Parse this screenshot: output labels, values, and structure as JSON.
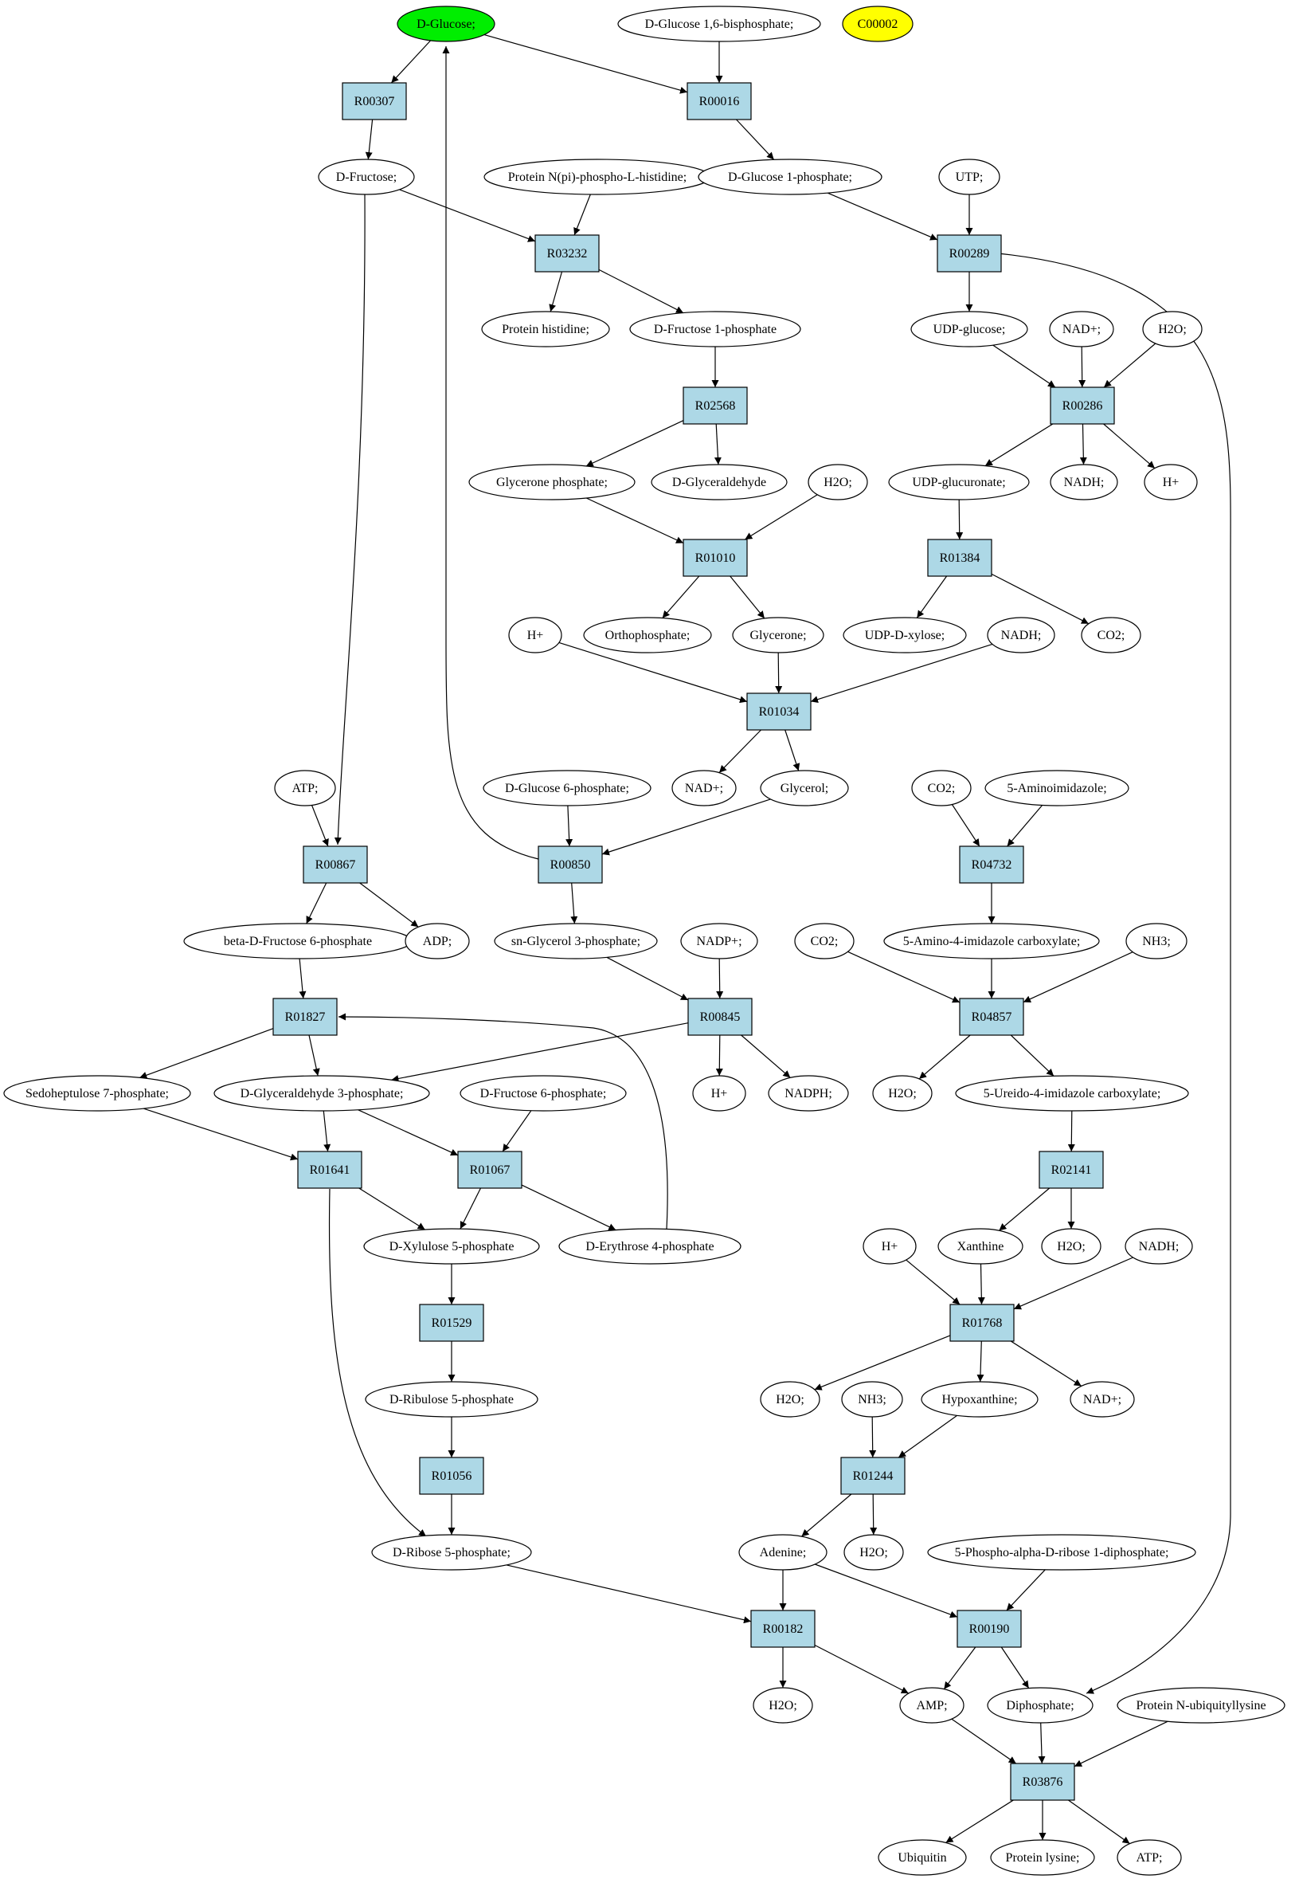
{
  "colors": {
    "reaction_fill": "#add8e6",
    "compound_fill": "#ffffff",
    "highlight_green": "#00ee00",
    "highlight_yellow": "#ffff00",
    "stroke": "#000000"
  },
  "nodes": [
    {
      "id": "n_dglucose",
      "label": "D-Glucose;",
      "kind": "compound",
      "fill": "#00ee00"
    },
    {
      "id": "n_dg16bp",
      "label": "D-Glucose 1,6-bisphosphate;",
      "kind": "compound"
    },
    {
      "id": "n_c00002",
      "label": "C00002",
      "kind": "compound",
      "fill": "#ffff00"
    },
    {
      "id": "r_R00307",
      "label": "R00307",
      "kind": "reaction"
    },
    {
      "id": "r_R00016",
      "label": "R00016",
      "kind": "reaction"
    },
    {
      "id": "n_dfructose",
      "label": "D-Fructose;",
      "kind": "compound"
    },
    {
      "id": "n_protnpi",
      "label": "Protein N(pi)-phospho-L-histidine;",
      "kind": "compound"
    },
    {
      "id": "n_dg1p",
      "label": "D-Glucose 1-phosphate;",
      "kind": "compound"
    },
    {
      "id": "n_utp",
      "label": "UTP;",
      "kind": "compound"
    },
    {
      "id": "r_R03232",
      "label": "R03232",
      "kind": "reaction"
    },
    {
      "id": "r_R00289",
      "label": "R00289",
      "kind": "reaction"
    },
    {
      "id": "n_prothis",
      "label": "Protein histidine;",
      "kind": "compound"
    },
    {
      "id": "n_df1p",
      "label": "D-Fructose 1-phosphate",
      "kind": "compound"
    },
    {
      "id": "n_udpglucose",
      "label": "UDP-glucose;",
      "kind": "compound"
    },
    {
      "id": "n_nadp_1",
      "label": "NAD+;",
      "kind": "compound"
    },
    {
      "id": "n_h2o_1",
      "label": "H2O;",
      "kind": "compound"
    },
    {
      "id": "r_R02568",
      "label": "R02568",
      "kind": "reaction"
    },
    {
      "id": "r_R00286",
      "label": "R00286",
      "kind": "reaction"
    },
    {
      "id": "n_glyceronep",
      "label": "Glycerone phosphate;",
      "kind": "compound"
    },
    {
      "id": "n_dglyceraldehyde",
      "label": "D-Glyceraldehyde",
      "kind": "compound"
    },
    {
      "id": "n_h2o_2",
      "label": "H2O;",
      "kind": "compound"
    },
    {
      "id": "n_udpglucuronate",
      "label": "UDP-glucuronate;",
      "kind": "compound"
    },
    {
      "id": "n_nadh_1",
      "label": "NADH;",
      "kind": "compound"
    },
    {
      "id": "n_hplus_1",
      "label": "H+",
      "kind": "compound"
    },
    {
      "id": "r_R01010",
      "label": "R01010",
      "kind": "reaction"
    },
    {
      "id": "r_R01384",
      "label": "R01384",
      "kind": "reaction"
    },
    {
      "id": "n_hplus_2",
      "label": "H+",
      "kind": "compound"
    },
    {
      "id": "n_ortho",
      "label": "Orthophosphate;",
      "kind": "compound"
    },
    {
      "id": "n_glycerone",
      "label": "Glycerone;",
      "kind": "compound"
    },
    {
      "id": "n_udpxylose",
      "label": "UDP-D-xylose;",
      "kind": "compound"
    },
    {
      "id": "n_nadh_2",
      "label": "NADH;",
      "kind": "compound"
    },
    {
      "id": "n_co2_1",
      "label": "CO2;",
      "kind": "compound"
    },
    {
      "id": "r_R01034",
      "label": "R01034",
      "kind": "reaction"
    },
    {
      "id": "n_nadp_2",
      "label": "NAD+;",
      "kind": "compound"
    },
    {
      "id": "n_glycerol",
      "label": "Glycerol;",
      "kind": "compound"
    },
    {
      "id": "n_atp_1",
      "label": "ATP;",
      "kind": "compound"
    },
    {
      "id": "n_dg6p",
      "label": "D-Glucose 6-phosphate;",
      "kind": "compound"
    },
    {
      "id": "n_co2_2",
      "label": "CO2;",
      "kind": "compound"
    },
    {
      "id": "n_5aminoimid",
      "label": "5-Aminoimidazole;",
      "kind": "compound"
    },
    {
      "id": "r_R00867",
      "label": "R00867",
      "kind": "reaction"
    },
    {
      "id": "r_R00850",
      "label": "R00850",
      "kind": "reaction"
    },
    {
      "id": "r_R04732",
      "label": "R04732",
      "kind": "reaction"
    },
    {
      "id": "n_bdf6p",
      "label": "beta-D-Fructose 6-phosphate",
      "kind": "compound"
    },
    {
      "id": "n_adp",
      "label": "ADP;",
      "kind": "compound"
    },
    {
      "id": "n_snglycerol3p",
      "label": "sn-Glycerol 3-phosphate;",
      "kind": "compound"
    },
    {
      "id": "n_nadpplus",
      "label": "NADP+;",
      "kind": "compound"
    },
    {
      "id": "n_co2_3",
      "label": "CO2;",
      "kind": "compound"
    },
    {
      "id": "n_5a4icarb",
      "label": "5-Amino-4-imidazole carboxylate;",
      "kind": "compound"
    },
    {
      "id": "n_nh3_1",
      "label": "NH3;",
      "kind": "compound"
    },
    {
      "id": "r_R01827",
      "label": "R01827",
      "kind": "reaction"
    },
    {
      "id": "r_R00845",
      "label": "R00845",
      "kind": "reaction"
    },
    {
      "id": "r_R04857",
      "label": "R04857",
      "kind": "reaction"
    },
    {
      "id": "n_sedo7p",
      "label": "Sedoheptulose 7-phosphate;",
      "kind": "compound"
    },
    {
      "id": "n_dga3p",
      "label": "D-Glyceraldehyde 3-phosphate;",
      "kind": "compound"
    },
    {
      "id": "n_df6p",
      "label": "D-Fructose 6-phosphate;",
      "kind": "compound"
    },
    {
      "id": "n_hplus_3",
      "label": "H+",
      "kind": "compound"
    },
    {
      "id": "n_nadph",
      "label": "NADPH;",
      "kind": "compound"
    },
    {
      "id": "n_h2o_3",
      "label": "H2O;",
      "kind": "compound"
    },
    {
      "id": "n_5u4icarb",
      "label": "5-Ureido-4-imidazole carboxylate;",
      "kind": "compound"
    },
    {
      "id": "r_R01641",
      "label": "R01641",
      "kind": "reaction"
    },
    {
      "id": "r_R01067",
      "label": "R01067",
      "kind": "reaction"
    },
    {
      "id": "r_R02141",
      "label": "R02141",
      "kind": "reaction"
    },
    {
      "id": "n_dxylulose5p",
      "label": "D-Xylulose 5-phosphate",
      "kind": "compound"
    },
    {
      "id": "n_derythrose4p",
      "label": "D-Erythrose 4-phosphate",
      "kind": "compound"
    },
    {
      "id": "n_hplus_4",
      "label": "H+",
      "kind": "compound"
    },
    {
      "id": "n_xanthine",
      "label": "Xanthine",
      "kind": "compound"
    },
    {
      "id": "n_h2o_4",
      "label": "H2O;",
      "kind": "compound"
    },
    {
      "id": "n_nadh_3",
      "label": "NADH;",
      "kind": "compound"
    },
    {
      "id": "r_R01529",
      "label": "R01529",
      "kind": "reaction"
    },
    {
      "id": "r_R01768",
      "label": "R01768",
      "kind": "reaction"
    },
    {
      "id": "n_dribulose5p",
      "label": "D-Ribulose 5-phosphate",
      "kind": "compound"
    },
    {
      "id": "n_h2o_5",
      "label": "H2O;",
      "kind": "compound"
    },
    {
      "id": "n_nh3_2",
      "label": "NH3;",
      "kind": "compound"
    },
    {
      "id": "n_hypoxanthine",
      "label": "Hypoxanthine;",
      "kind": "compound"
    },
    {
      "id": "n_nadp_3",
      "label": "NAD+;",
      "kind": "compound"
    },
    {
      "id": "r_R01056",
      "label": "R01056",
      "kind": "reaction"
    },
    {
      "id": "r_R01244",
      "label": "R01244",
      "kind": "reaction"
    },
    {
      "id": "n_dribose5p",
      "label": "D-Ribose 5-phosphate;",
      "kind": "compound"
    },
    {
      "id": "n_adenine",
      "label": "Adenine;",
      "kind": "compound"
    },
    {
      "id": "n_h2o_6",
      "label": "H2O;",
      "kind": "compound"
    },
    {
      "id": "n_prpp",
      "label": "5-Phospho-alpha-D-ribose 1-diphosphate;",
      "kind": "compound"
    },
    {
      "id": "r_R00182",
      "label": "R00182",
      "kind": "reaction"
    },
    {
      "id": "r_R00190",
      "label": "R00190",
      "kind": "reaction"
    },
    {
      "id": "n_h2o_7",
      "label": "H2O;",
      "kind": "compound"
    },
    {
      "id": "n_amp",
      "label": "AMP;",
      "kind": "compound"
    },
    {
      "id": "n_diphosphate",
      "label": "Diphosphate;",
      "kind": "compound"
    },
    {
      "id": "n_protnubiq",
      "label": "Protein N-ubiquityllysine",
      "kind": "compound"
    },
    {
      "id": "r_R03876",
      "label": "R03876",
      "kind": "reaction"
    },
    {
      "id": "n_ubiquitin",
      "label": "Ubiquitin",
      "kind": "compound"
    },
    {
      "id": "n_protlys",
      "label": "Protein lysine;",
      "kind": "compound"
    },
    {
      "id": "n_atp_2",
      "label": "ATP;",
      "kind": "compound"
    }
  ],
  "edges": [
    [
      "n_dglucose",
      "r_R00307"
    ],
    [
      "n_dglucose",
      "r_R00016"
    ],
    [
      "n_dg16bp",
      "r_R00016"
    ],
    [
      "r_R00307",
      "n_dfructose"
    ],
    [
      "r_R00016",
      "n_dg1p"
    ],
    [
      "n_dfructose",
      "r_R03232"
    ],
    [
      "n_dfructose",
      "r_R00867"
    ],
    [
      "n_protnpi",
      "r_R03232"
    ],
    [
      "n_dg1p",
      "r_R00289"
    ],
    [
      "n_utp",
      "r_R00289"
    ],
    [
      "r_R03232",
      "n_prothis"
    ],
    [
      "r_R03232",
      "n_df1p"
    ],
    [
      "r_R00289",
      "n_udpglucose"
    ],
    [
      "r_R00289",
      "n_diphosphate"
    ],
    [
      "n_df1p",
      "r_R02568"
    ],
    [
      "n_udpglucose",
      "r_R00286"
    ],
    [
      "n_nadp_1",
      "r_R00286"
    ],
    [
      "n_h2o_1",
      "r_R00286"
    ],
    [
      "r_R02568",
      "n_glyceronep"
    ],
    [
      "r_R02568",
      "n_dglyceraldehyde"
    ],
    [
      "r_R00286",
      "n_udpglucuronate"
    ],
    [
      "r_R00286",
      "n_nadh_1"
    ],
    [
      "r_R00286",
      "n_hplus_1"
    ],
    [
      "n_glyceronep",
      "r_R01010"
    ],
    [
      "n_h2o_2",
      "r_R01010"
    ],
    [
      "n_udpglucuronate",
      "r_R01384"
    ],
    [
      "r_R01010",
      "n_ortho"
    ],
    [
      "r_R01010",
      "n_glycerone"
    ],
    [
      "r_R01384",
      "n_udpxylose"
    ],
    [
      "r_R01384",
      "n_co2_1"
    ],
    [
      "n_hplus_2",
      "r_R01034"
    ],
    [
      "n_glycerone",
      "r_R01034"
    ],
    [
      "n_nadh_2",
      "r_R01034"
    ],
    [
      "r_R01034",
      "n_nadp_2"
    ],
    [
      "r_R01034",
      "n_glycerol"
    ],
    [
      "n_atp_1",
      "r_R00867"
    ],
    [
      "n_dg6p",
      "r_R00850"
    ],
    [
      "n_glycerol",
      "r_R00850"
    ],
    [
      "r_R00850",
      "n_dglucose"
    ],
    [
      "n_co2_2",
      "r_R04732"
    ],
    [
      "n_5aminoimid",
      "r_R04732"
    ],
    [
      "r_R00867",
      "n_bdf6p"
    ],
    [
      "r_R00867",
      "n_adp"
    ],
    [
      "r_R00850",
      "n_snglycerol3p"
    ],
    [
      "r_R04732",
      "n_5a4icarb"
    ],
    [
      "n_bdf6p",
      "r_R01827"
    ],
    [
      "n_snglycerol3p",
      "r_R00845"
    ],
    [
      "n_nadpplus",
      "r_R00845"
    ],
    [
      "n_co2_3",
      "r_R04857"
    ],
    [
      "n_5a4icarb",
      "r_R04857"
    ],
    [
      "n_nh3_1",
      "r_R04857"
    ],
    [
      "r_R01827",
      "n_sedo7p"
    ],
    [
      "r_R01827",
      "n_dga3p"
    ],
    [
      "r_R00845",
      "n_dga3p"
    ],
    [
      "r_R00845",
      "n_hplus_3"
    ],
    [
      "r_R00845",
      "n_nadph"
    ],
    [
      "r_R04857",
      "n_h2o_3"
    ],
    [
      "r_R04857",
      "n_5u4icarb"
    ],
    [
      "n_sedo7p",
      "r_R01641"
    ],
    [
      "n_dga3p",
      "r_R01641"
    ],
    [
      "n_dga3p",
      "r_R01067"
    ],
    [
      "n_df6p",
      "r_R01067"
    ],
    [
      "n_5u4icarb",
      "r_R02141"
    ],
    [
      "r_R01641",
      "n_dxylulose5p"
    ],
    [
      "r_R01641",
      "n_dribose5p"
    ],
    [
      "r_R01067",
      "n_dxylulose5p"
    ],
    [
      "r_R01067",
      "n_derythrose4p"
    ],
    [
      "n_derythrose4p",
      "r_R01827"
    ],
    [
      "r_R02141",
      "n_xanthine"
    ],
    [
      "r_R02141",
      "n_h2o_4"
    ],
    [
      "n_dxylulose5p",
      "r_R01529"
    ],
    [
      "n_hplus_4",
      "r_R01768"
    ],
    [
      "n_xanthine",
      "r_R01768"
    ],
    [
      "n_nadh_3",
      "r_R01768"
    ],
    [
      "r_R01529",
      "n_dribulose5p"
    ],
    [
      "r_R01768",
      "n_h2o_5"
    ],
    [
      "r_R01768",
      "n_hypoxanthine"
    ],
    [
      "r_R01768",
      "n_nadp_3"
    ],
    [
      "n_dribulose5p",
      "r_R01056"
    ],
    [
      "n_nh3_2",
      "r_R01244"
    ],
    [
      "n_hypoxanthine",
      "r_R01244"
    ],
    [
      "r_R01056",
      "n_dribose5p"
    ],
    [
      "r_R01244",
      "n_adenine"
    ],
    [
      "r_R01244",
      "n_h2o_6"
    ],
    [
      "n_dribose5p",
      "r_R00182"
    ],
    [
      "n_adenine",
      "r_R00182"
    ],
    [
      "n_adenine",
      "r_R00190"
    ],
    [
      "n_prpp",
      "r_R00190"
    ],
    [
      "r_R00182",
      "n_h2o_7"
    ],
    [
      "r_R00182",
      "n_amp"
    ],
    [
      "r_R00190",
      "n_amp"
    ],
    [
      "r_R00190",
      "n_diphosphate"
    ],
    [
      "n_amp",
      "r_R03876"
    ],
    [
      "n_diphosphate",
      "r_R03876"
    ],
    [
      "n_protnubiq",
      "r_R03876"
    ],
    [
      "r_R03876",
      "n_ubiquitin"
    ],
    [
      "r_R03876",
      "n_protlys"
    ],
    [
      "r_R03876",
      "n_atp_2"
    ]
  ]
}
